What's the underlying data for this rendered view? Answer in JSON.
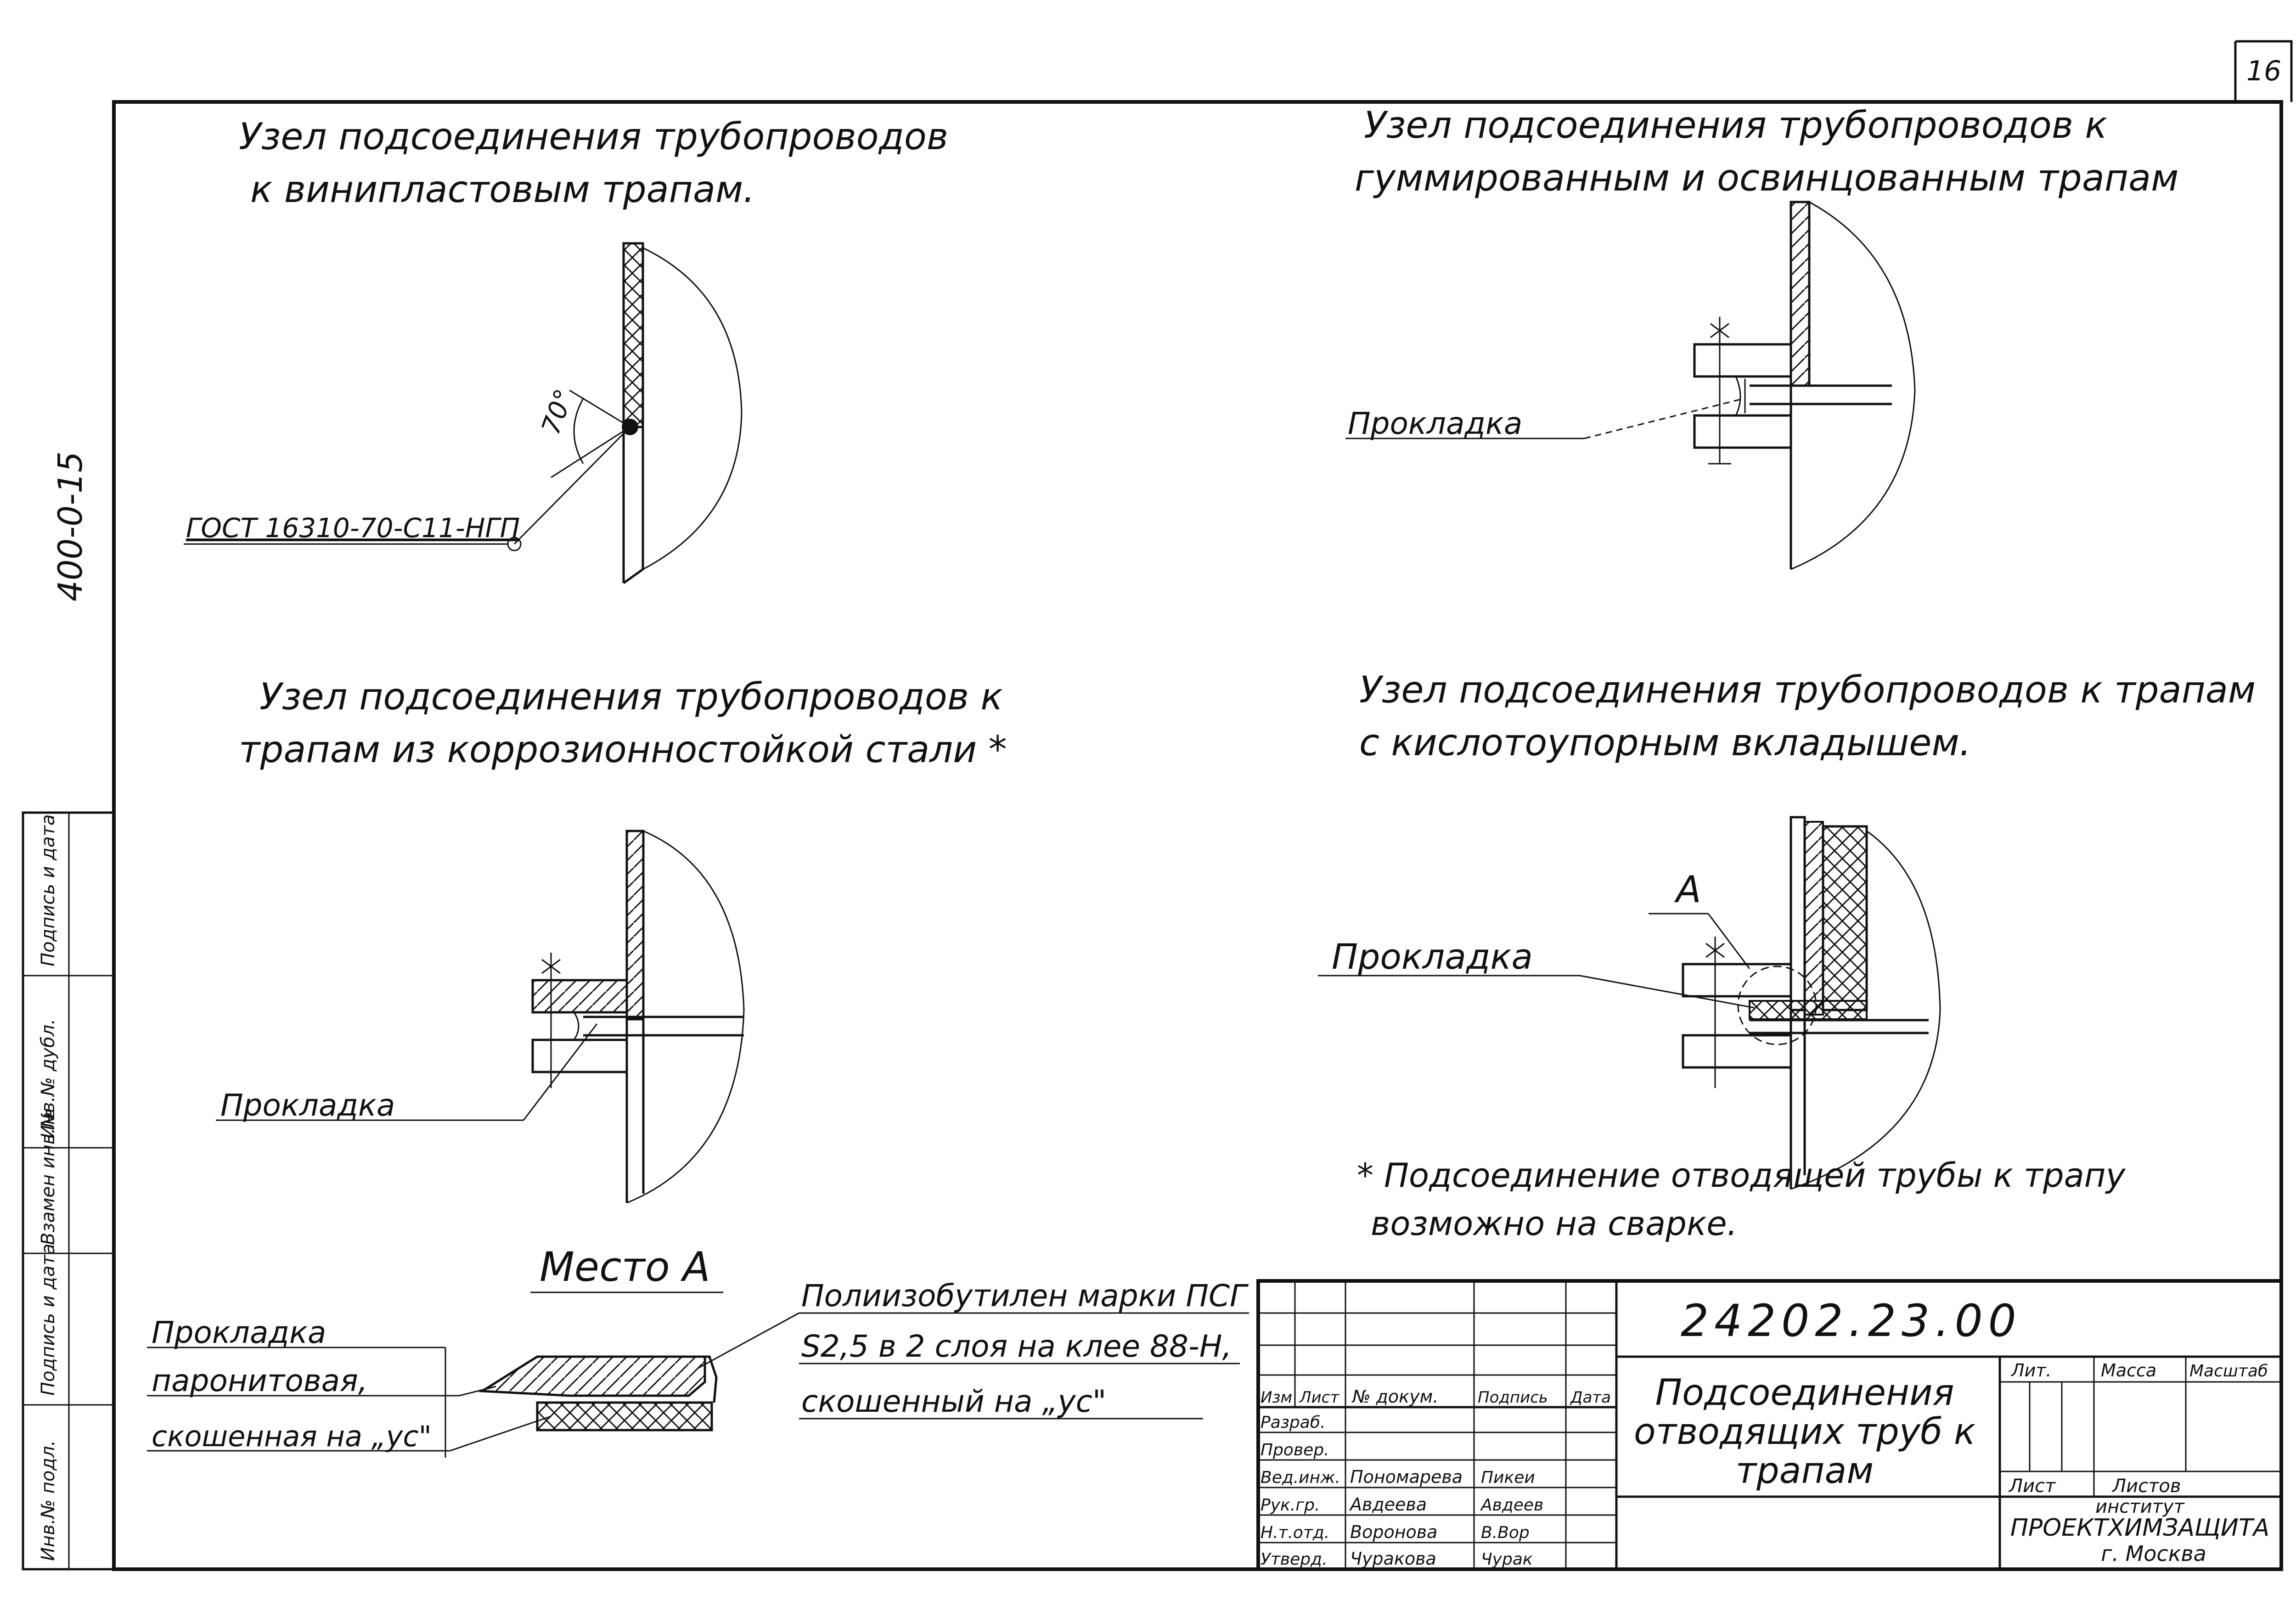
{
  "page_number": "16",
  "side_code": "400-0-15",
  "side_stamp": [
    "Инв.№ подл.",
    "Подпись и дата",
    "Взамен инв.№",
    "Инв.№ дубл.",
    "Подпись и дата"
  ],
  "details": {
    "d1": {
      "title": [
        "Узел подсоединения трубопроводов",
        "к винипластовым трапам."
      ],
      "angle": "70°",
      "label": "ГОСТ 16310-70-С11-НГП"
    },
    "d2": {
      "title": [
        "Узел подсоединения трубопроводов к",
        "гуммированным и освинцованным трапам"
      ],
      "label": "Прокладка"
    },
    "d3": {
      "title": [
        "Узел подсоединения трубопроводов к",
        "трапам из коррозионностойкой стали *"
      ],
      "label": "Прокладка"
    },
    "d4": {
      "title": [
        "Узел подсоединения трубопроводов к трапам",
        "с кислотоупорным вкладышем."
      ],
      "label": "Прокладка",
      "marker": "А"
    }
  },
  "note": [
    "* Подсоединение отводящей трубы к трапу",
    "возможно на сварке."
  ],
  "place_a": {
    "title": "Место А",
    "left_labels": [
      "Прокладка",
      "паронитовая,",
      "скошенная на „ус\""
    ],
    "right_labels": [
      "Полиизобутилен марки ПСГ",
      "S2,5 в 2 слоя на клее 88-Н,",
      "скошенный на „ус\""
    ]
  },
  "title_block": {
    "doc_number": "24202.23.00",
    "doc_title": [
      "Подсоединения",
      "отводящих труб к",
      "трапам"
    ],
    "col_headers": [
      "Изм",
      "Лист",
      "№ докум.",
      "Подпись",
      "Дата"
    ],
    "roles": [
      "Разраб.",
      "Провер.",
      "Вед.инж.",
      "Рук.гр.",
      "Н.т.отд.",
      "Утверд."
    ],
    "names": [
      "",
      "",
      "Пономарева",
      "Авдеева",
      "Воронова",
      "Чуракова"
    ],
    "signatures": [
      "",
      "",
      "Пикеи",
      "Авдеев",
      "В.Вор",
      "Чурак"
    ],
    "stage_headers": [
      "Лит.",
      "Масса",
      "Масштаб"
    ],
    "sheet_labels": [
      "Лист",
      "Листов"
    ],
    "org": [
      "институт",
      "ПРОЕКТХИМЗАЩИТА",
      "г. Москва"
    ]
  }
}
